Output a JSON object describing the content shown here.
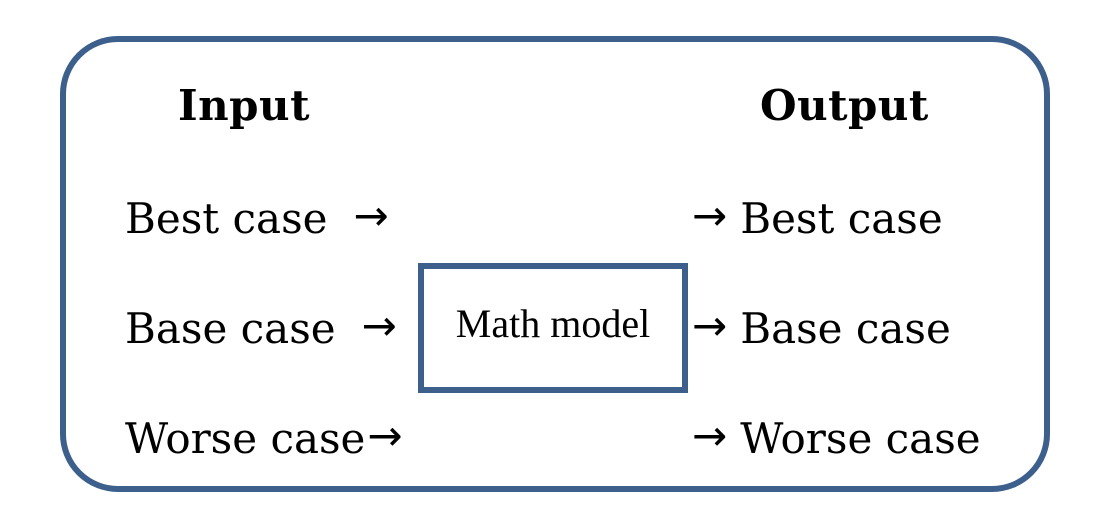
{
  "colors": {
    "accent": "#3d5f8c",
    "text": "#000000",
    "background": "#ffffff"
  },
  "diagram": {
    "input_heading": "Input",
    "output_heading": "Output",
    "model_box_label": "Math model",
    "arrow": "→",
    "input_rows": [
      {
        "label": "Best case"
      },
      {
        "label": "Base case"
      },
      {
        "label": "Worse case"
      }
    ],
    "output_rows": [
      {
        "label": "Best case"
      },
      {
        "label": "Base case"
      },
      {
        "label": "Worse case"
      }
    ]
  }
}
